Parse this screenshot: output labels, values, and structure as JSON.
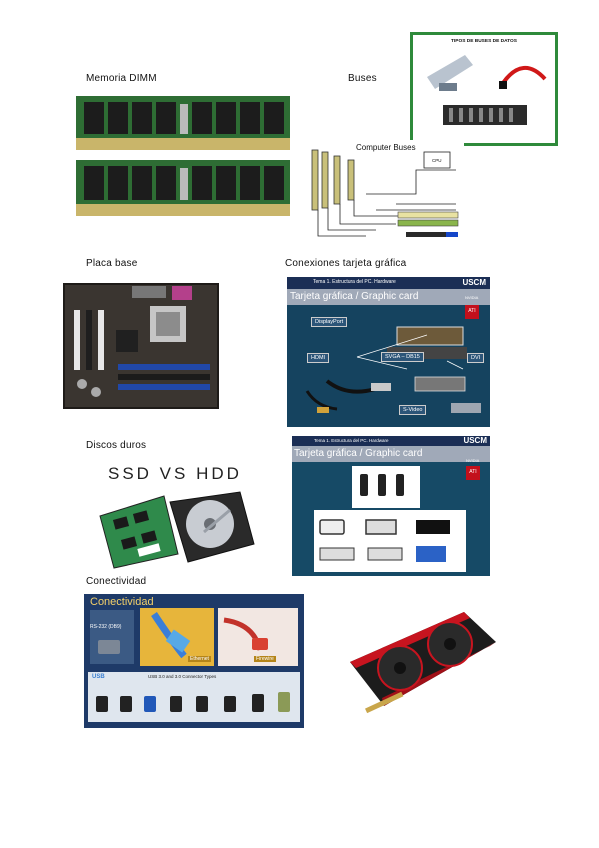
{
  "labels": {
    "dimm": "Memoria DIMM",
    "buses": "Buses",
    "motherboard": "Placa base",
    "gpu_connections": "Conexiones tarjeta gráfica",
    "hard_drives": "Discos duros",
    "connectivity": "Conectividad"
  },
  "bus_types": {
    "title": "TIPOS DE BUSES DE DATOS"
  },
  "computer_buses": {
    "title": "Computer Buses",
    "cpu": "CPU"
  },
  "gpu_slide_1": {
    "header": "Tema 1. Estructura del PC. Hardware",
    "title": "Tarjeta gráfica / Graphic card",
    "brand_top": "NVIDIA",
    "brand_ati": "ATI",
    "displayport": "DisplayPort",
    "hdmi": "HDMI",
    "svga": "SVGA – DB15",
    "dvi": "DVI",
    "svideo": "S-Video",
    "logo": "USCM"
  },
  "gpu_slide_2": {
    "header": "Tema 1. Estructura del PC. Hardware",
    "title": "Tarjeta gráfica / Graphic card",
    "brand_top": "NVIDIA",
    "brand_ati": "ATI",
    "logo": "USCM"
  },
  "ssd_hdd": {
    "title": "SSD VS HDD"
  },
  "connectivity_slide": {
    "title": "Conectividad",
    "rs232": "RS-232 (DB9)",
    "ethernet": "Ethernet",
    "firewire": "Firewire",
    "usb_label": "USB",
    "usb_caption": "USB 3.0 and 3.0 Connector Types"
  }
}
